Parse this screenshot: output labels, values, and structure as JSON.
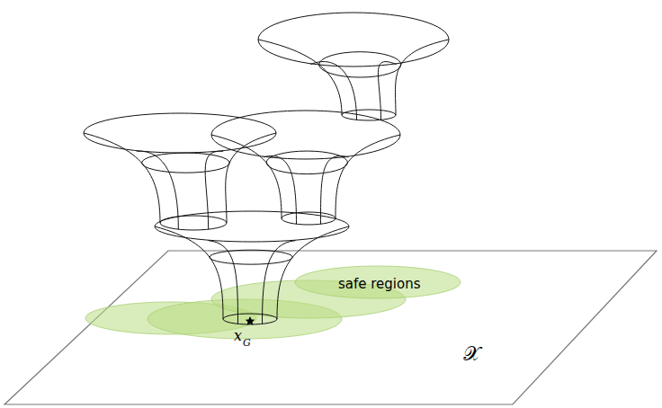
{
  "diagram": {
    "labels": [
      "safe regions",
      "x",
      "G",
      "𝒳"
    ]
  }
}
